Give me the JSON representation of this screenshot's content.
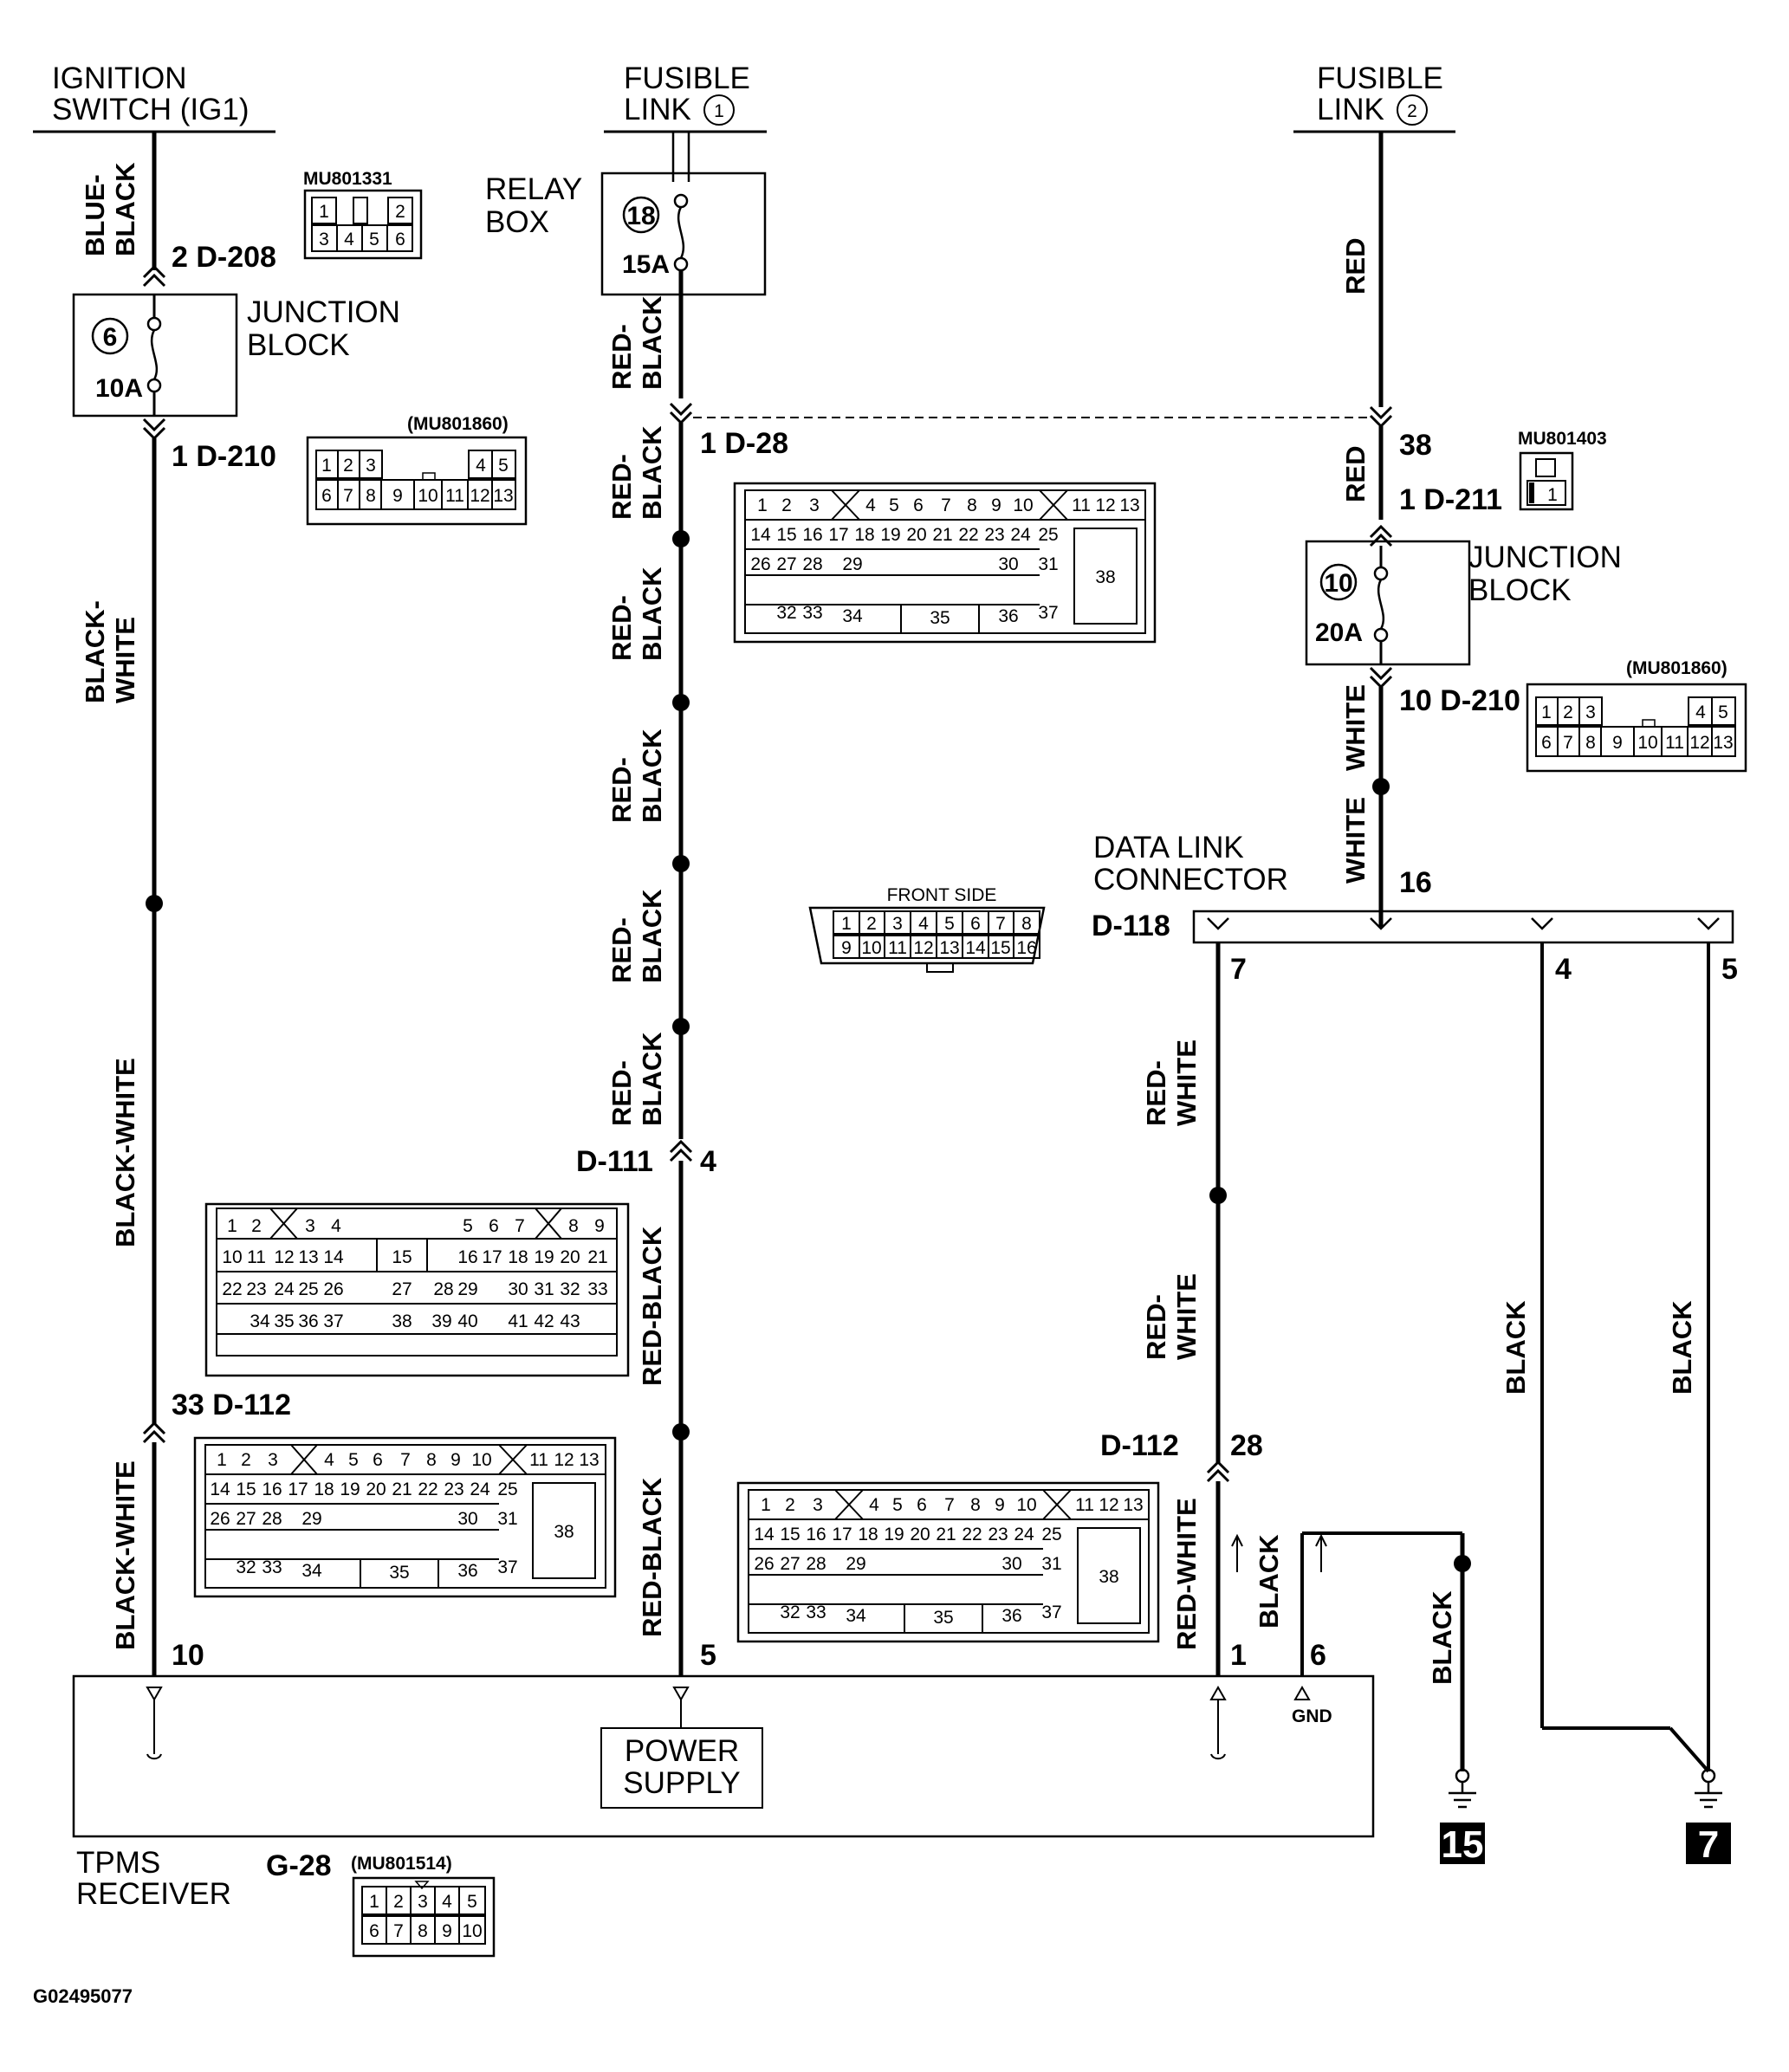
{
  "sources": {
    "ignition": [
      "IGNITION",
      "SWITCH (IG1)"
    ],
    "fusible1": [
      "FUSIBLE",
      "LINK"
    ],
    "fusible1_num": "1",
    "fusible2": [
      "FUSIBLE",
      "LINK"
    ],
    "fusible2_num": "2"
  },
  "relay_box": {
    "label": [
      "RELAY",
      "BOX"
    ],
    "fuse_num": "18",
    "fuse_amp": "15A"
  },
  "junction_block_left": {
    "label": [
      "JUNCTION",
      "BLOCK"
    ],
    "fuse_num": "6",
    "fuse_amp": "10A"
  },
  "junction_block_right": {
    "label": [
      "JUNCTION",
      "BLOCK"
    ],
    "fuse_num": "10",
    "fuse_amp": "20A"
  },
  "wires": {
    "blue_black": [
      "BLUE-",
      "BLACK"
    ],
    "black_white_split": [
      "BLACK-",
      "WHITE"
    ],
    "black_white": "BLACK-WHITE",
    "red_black_split": [
      "RED-",
      "BLACK"
    ],
    "red_black": "RED-BLACK",
    "red": "RED",
    "white": "WHITE",
    "red_white_split": [
      "RED-",
      "WHITE"
    ],
    "red_white": "RED-WHITE",
    "black": "BLACK"
  },
  "connector_refs": {
    "c_2_d208": "2  D-208",
    "c_1_d210": "1  D-210",
    "c_1_d28": "1  D-28",
    "c_38": "38",
    "c_1_d211": "1  D-211",
    "c_10_d210": "10  D-210",
    "c_16": "16",
    "c_d118": "D-118",
    "c_7": "7",
    "c_4": "4",
    "c_5": "5",
    "c_d111": "D-111",
    "c_d111_pin": "4",
    "c_33_d112": "33  D-112",
    "c_10": "10",
    "c_d112": "D-112",
    "c_28": "28",
    "c_recv_5": "5",
    "c_recv_1": "1",
    "c_recv_6": "6"
  },
  "part_numbers": {
    "mu801331": "MU801331",
    "mu801860_a": "(MU801860)",
    "mu801403": "MU801403",
    "mu801860_b": "(MU801860)",
    "mu801514": "(MU801514)"
  },
  "data_link_connector": {
    "label": [
      "DATA LINK",
      "CONNECTOR"
    ],
    "front_side": "FRONT SIDE"
  },
  "tpms": {
    "label": [
      "TPMS",
      "RECEIVER"
    ],
    "connector": "G-28",
    "power_supply": [
      "POWER",
      "SUPPLY"
    ],
    "gnd": "GND"
  },
  "grounds": {
    "g15": "15",
    "g7": "7"
  },
  "figure_id": "G02495077",
  "colors": {
    "line": "#000000",
    "background": "#ffffff"
  }
}
